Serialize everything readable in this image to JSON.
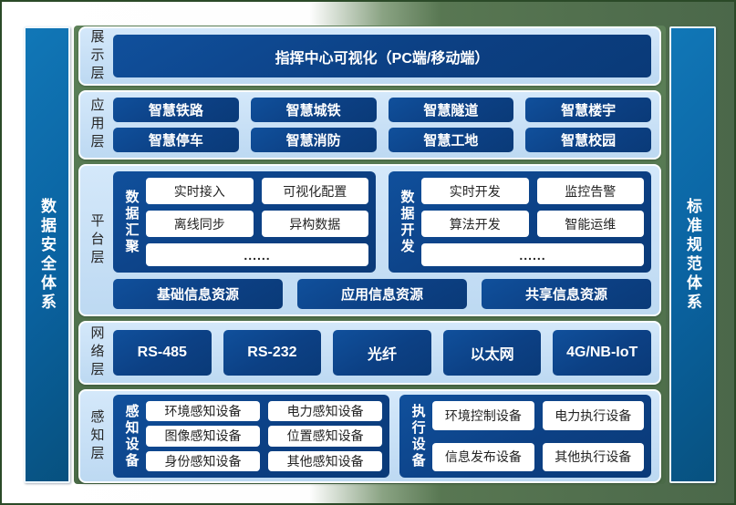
{
  "colors": {
    "background_green": "#4b684a",
    "panel_light_blue": "#c6e0f6",
    "box_navy": "#0c4084",
    "pillar_blue": "#0a62a0",
    "pill_white": "#ffffff",
    "text_dark": "#262626",
    "text_white": "#ffffff",
    "frame_border_green": "#2b4a28"
  },
  "pillars": {
    "left": "数据安全体系",
    "right": "标准规范体系"
  },
  "layers": {
    "display": {
      "label": "展示层",
      "box": "指挥中心可视化（PC端/移动端）"
    },
    "application": {
      "label": "应用层",
      "items": [
        "智慧铁路",
        "智慧城铁",
        "智慧隧道",
        "智慧楼宇",
        "智慧停车",
        "智慧消防",
        "智慧工地",
        "智慧校园"
      ]
    },
    "platform": {
      "label": "平台层",
      "groups": [
        {
          "label": "数据汇聚",
          "pills": [
            "实时接入",
            "可视化配置",
            "离线同步",
            "异构数据"
          ],
          "more": "......"
        },
        {
          "label": "数据开发",
          "pills": [
            "实时开发",
            "监控告警",
            "算法开发",
            "智能运维"
          ],
          "more": "......"
        }
      ],
      "resources": [
        "基础信息资源",
        "应用信息资源",
        "共享信息资源"
      ]
    },
    "network": {
      "label": "网络层",
      "items": [
        "RS-485",
        "RS-232",
        "光纤",
        "以太网",
        "4G/NB-IoT"
      ]
    },
    "perception": {
      "label": "感知层",
      "groups": [
        {
          "label": "感知设备",
          "pills": [
            "环境感知设备",
            "电力感知设备",
            "图像感知设备",
            "位置感知设备",
            "身份感知设备",
            "其他感知设备"
          ]
        },
        {
          "label": "执行设备",
          "pills": [
            "环境控制设备",
            "电力执行设备",
            "信息发布设备",
            "其他执行设备"
          ]
        }
      ]
    }
  }
}
